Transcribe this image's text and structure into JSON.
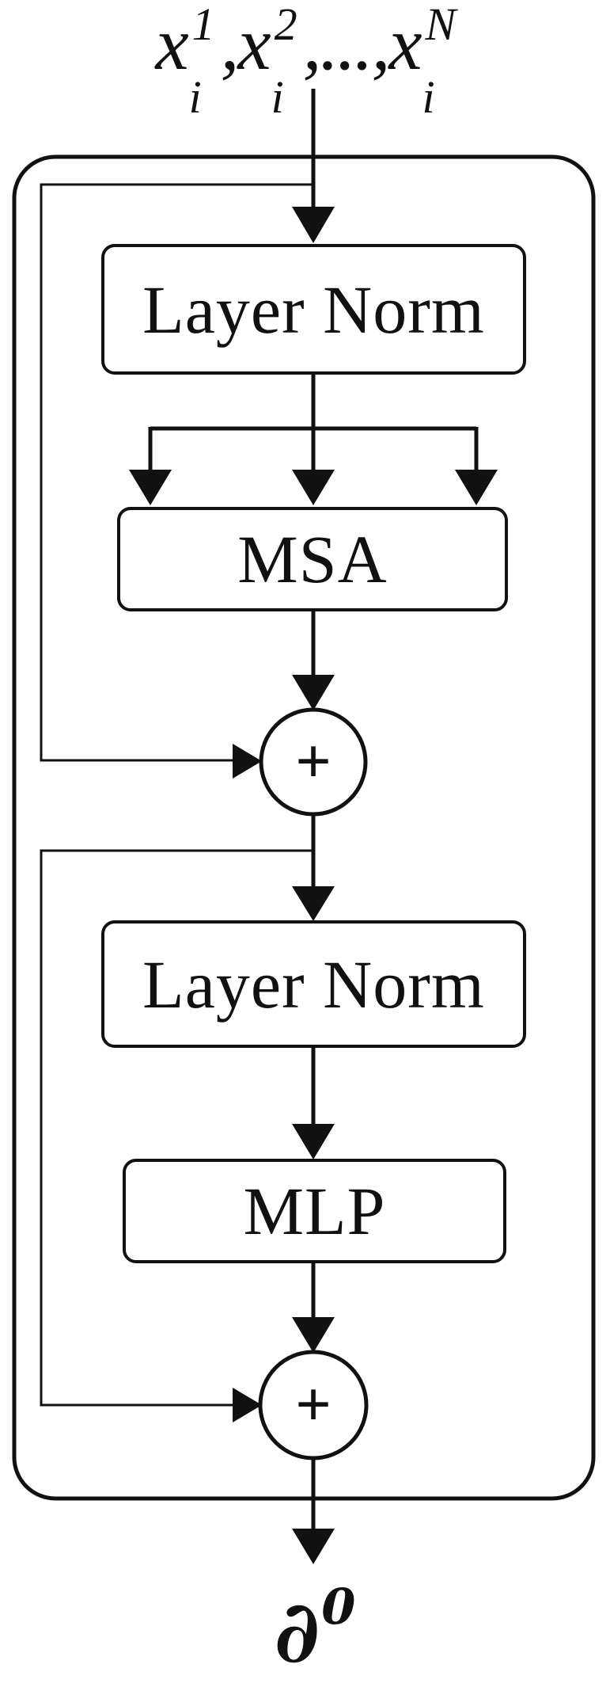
{
  "diagram": {
    "input_expression": {
      "term1": {
        "base": "x",
        "sup": "1",
        "sub": "i"
      },
      "sep1": ",",
      "term2": {
        "base": "x",
        "sup": "2",
        "sub": "i"
      },
      "sep2": ",...,",
      "term3": {
        "base": "x",
        "sup": "N",
        "sub": "i"
      }
    },
    "blocks": {
      "layer_norm_1": "Layer Norm",
      "msa": "MSA",
      "add_1": "+",
      "layer_norm_2": "Layer Norm",
      "mlp": "MLP",
      "add_2": "+"
    },
    "output_expression": {
      "base": "∂",
      "sup": "0"
    },
    "colors": {
      "stroke": "#111111",
      "background": "#ffffff"
    }
  }
}
